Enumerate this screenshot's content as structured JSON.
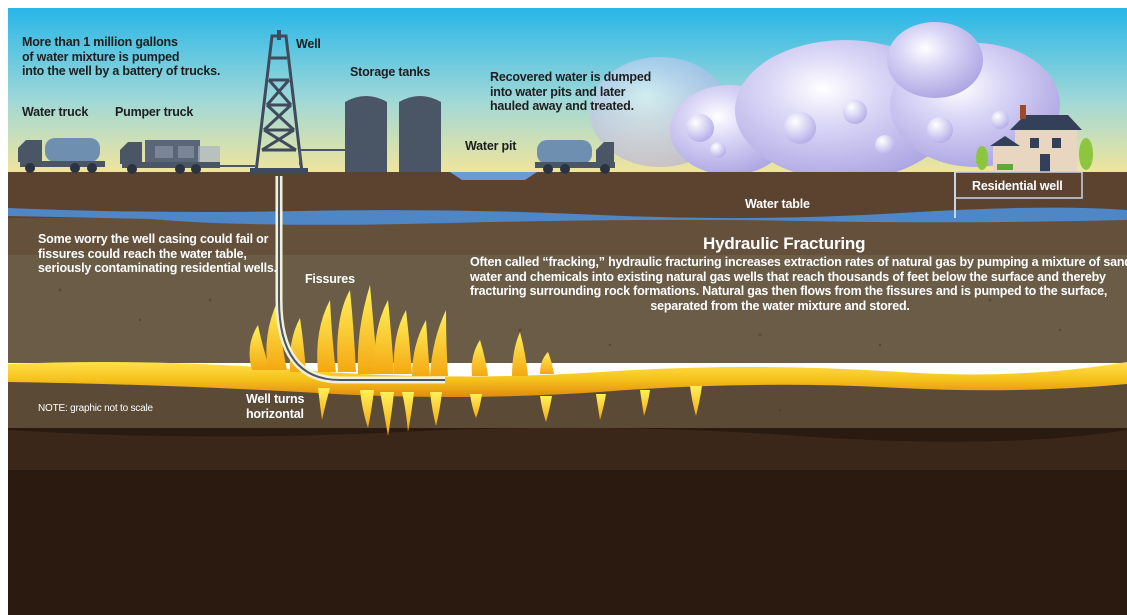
{
  "labels": {
    "intro_lines": [
      "More than 1 million gallons",
      "of water mixture is pumped",
      "into the well by a battery of trucks."
    ],
    "well": "Well",
    "storage_tanks": "Storage tanks",
    "recovered_water_lines": [
      "Recovered water is dumped",
      "into water pits and later",
      "hauled away and treated."
    ],
    "water_truck": "Water truck",
    "pumper_truck": "Pumper truck",
    "water_pit": "Water pit",
    "residential_well": "Residential well",
    "water_table": "Water table",
    "worry_lines": [
      "Some worry the well casing could fail or",
      "fissures could reach the water table,",
      "seriously contaminating residential wells."
    ],
    "fissures": "Fissures",
    "title": "Hydraulic Fracturing",
    "description_lines": [
      "Often called “fracking,” hydraulic fracturing increases extraction rates of natural gas by pumping a mixture of sand,",
      "water and chemicals into existing natural gas wells that reach thousands of feet below the surface and thereby",
      "fracturing surrounding rock formations. Natural gas then flows from the fissures and is pumped to the surface,",
      "separated from the water mixture and stored."
    ],
    "note": "NOTE: graphic not to scale",
    "well_turns_lines": [
      "Well turns",
      "horizontal"
    ]
  },
  "colors": {
    "sky_top": "#27b6e8",
    "sky_bottom": "#f3e59a",
    "topsoil": "#5c4330",
    "water_table": "#4f86c6",
    "mid_rock": "#6b5c47",
    "gas_layer": "#f6c21c",
    "bedrock": "#2a1a10",
    "machinery": "#4a5566",
    "clouds": "#c7c2ef"
  }
}
